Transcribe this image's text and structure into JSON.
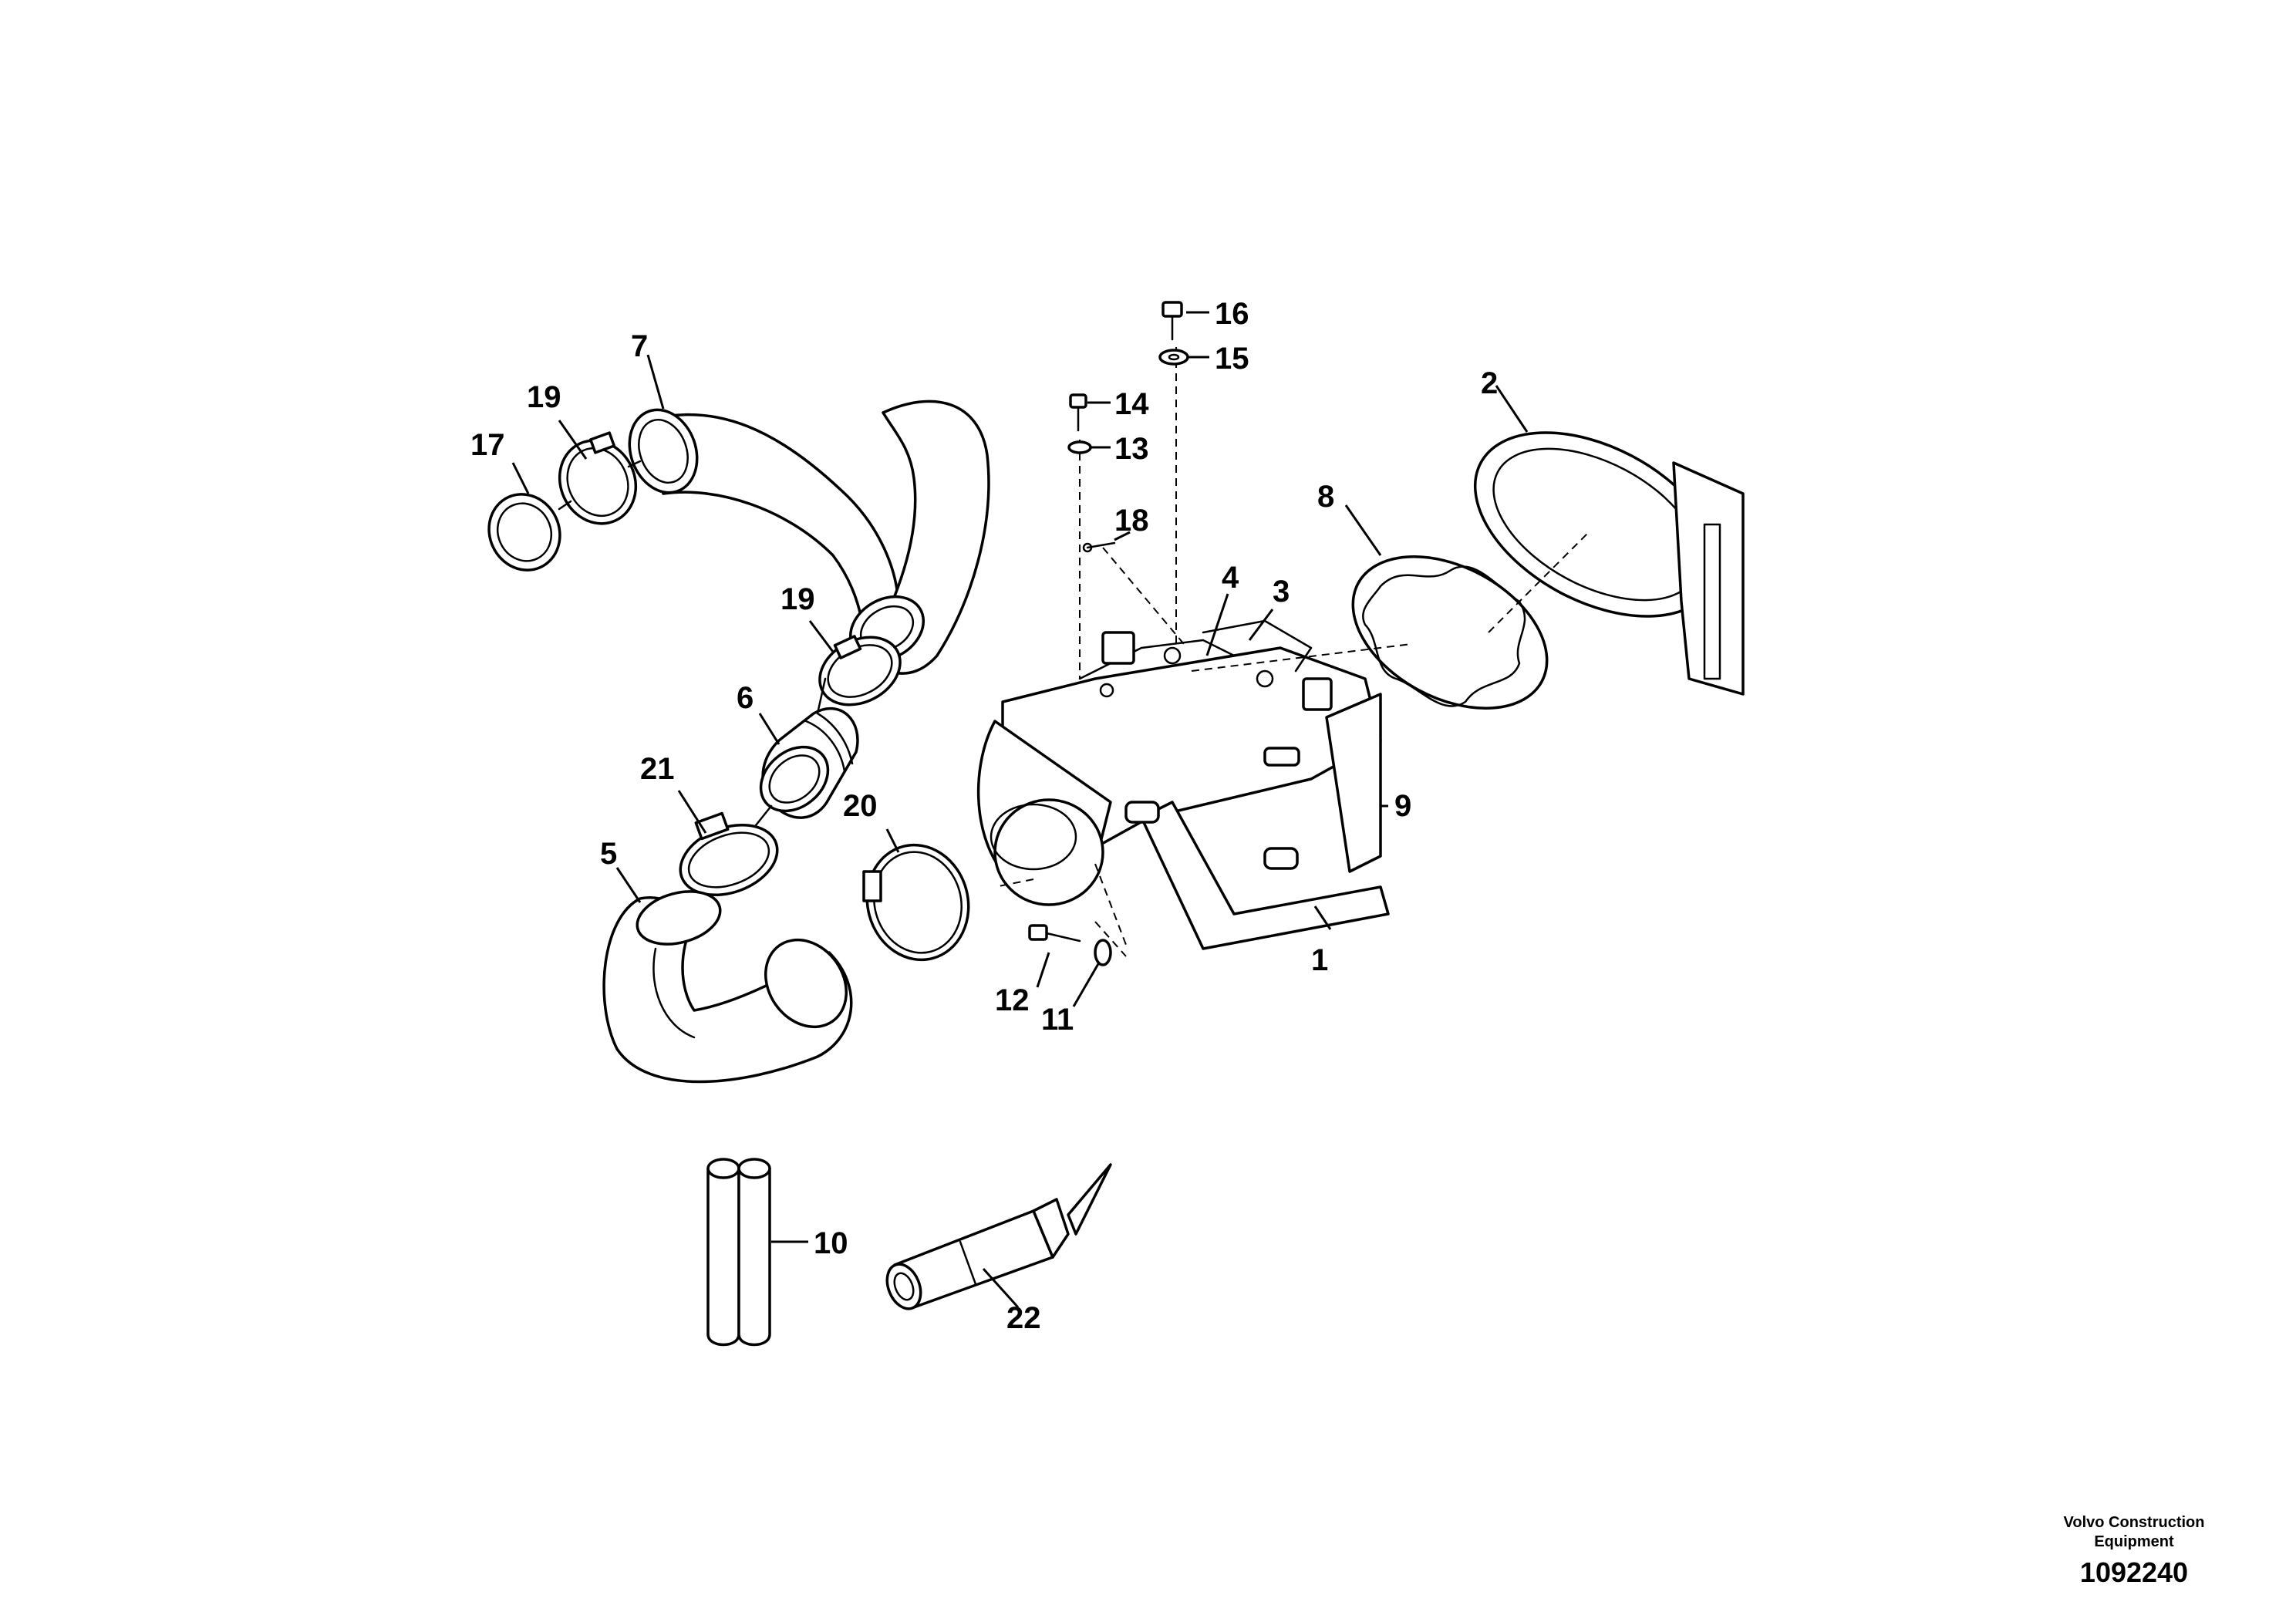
{
  "callouts": {
    "c1": "1",
    "c2": "2",
    "c3": "3",
    "c4": "4",
    "c5": "5",
    "c6": "6",
    "c7": "7",
    "c8": "8",
    "c9": "9",
    "c10": "10",
    "c11": "11",
    "c12": "12",
    "c13": "13",
    "c14": "14",
    "c15": "15",
    "c16": "16",
    "c17": "17",
    "c18": "18",
    "c19a": "19",
    "c19b": "19",
    "c20": "20",
    "c21": "21",
    "c22": "22"
  },
  "credit": {
    "line1": "Volvo Construction",
    "line2": "Equipment",
    "number": "1092240"
  }
}
